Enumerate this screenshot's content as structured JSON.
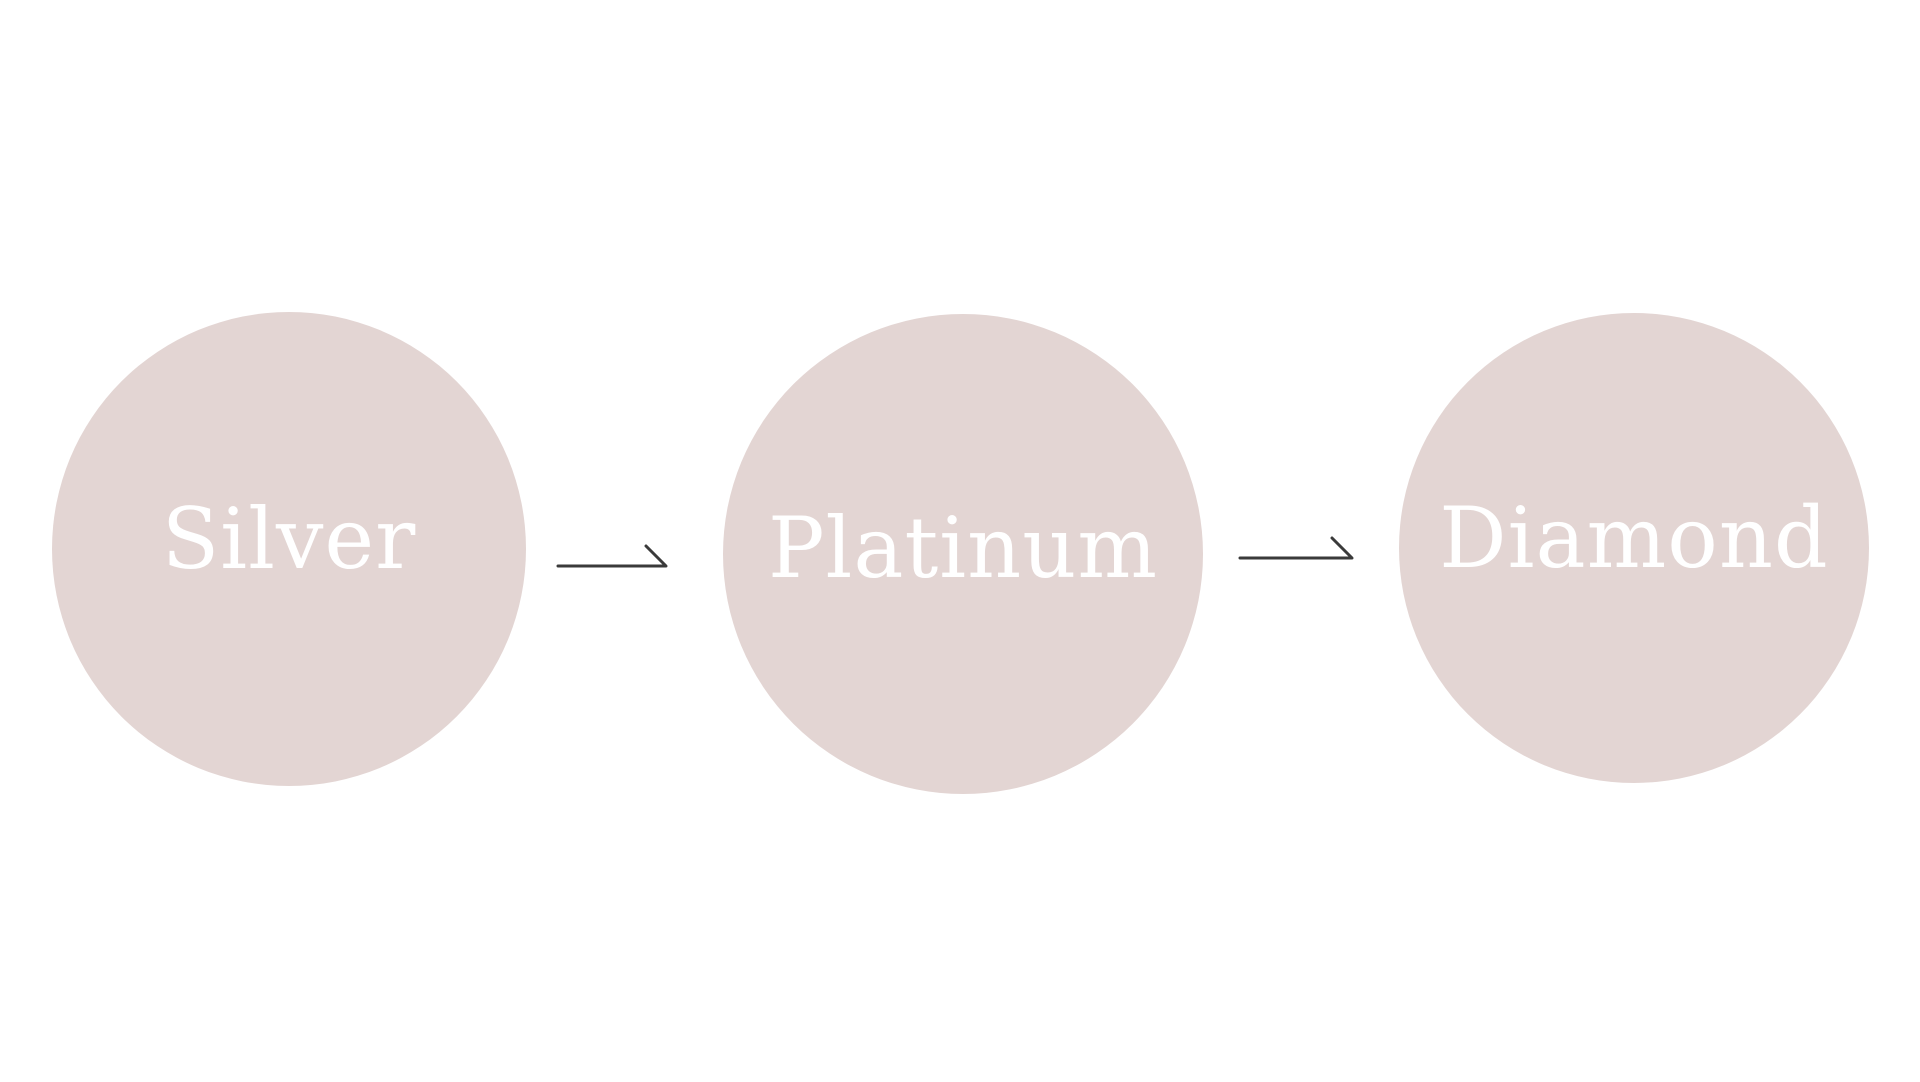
{
  "diagram": {
    "tiers": [
      {
        "label": "Silver"
      },
      {
        "label": "Platinum"
      },
      {
        "label": "Diamond"
      }
    ],
    "connectors": [
      {
        "from": "Silver",
        "to": "Platinum",
        "icon": "arrow-right-icon"
      },
      {
        "from": "Platinum",
        "to": "Diamond",
        "icon": "arrow-right-icon"
      }
    ],
    "colors": {
      "circle_fill": "#e3d5d3",
      "label_text": "#ffffff",
      "arrow_stroke": "#3a3a3a",
      "background": "#ffffff"
    }
  }
}
